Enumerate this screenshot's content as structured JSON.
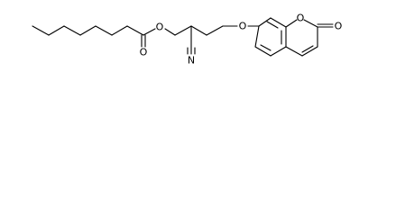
{
  "atom_labels": {
    "ester_oxygen": "O",
    "carbonyl_oxygen": "O",
    "nitrile_nitrogen": "N",
    "ether_oxygen": "O",
    "ring_oxygen": "O",
    "lactone_carbonyl_oxygen": "O"
  }
}
